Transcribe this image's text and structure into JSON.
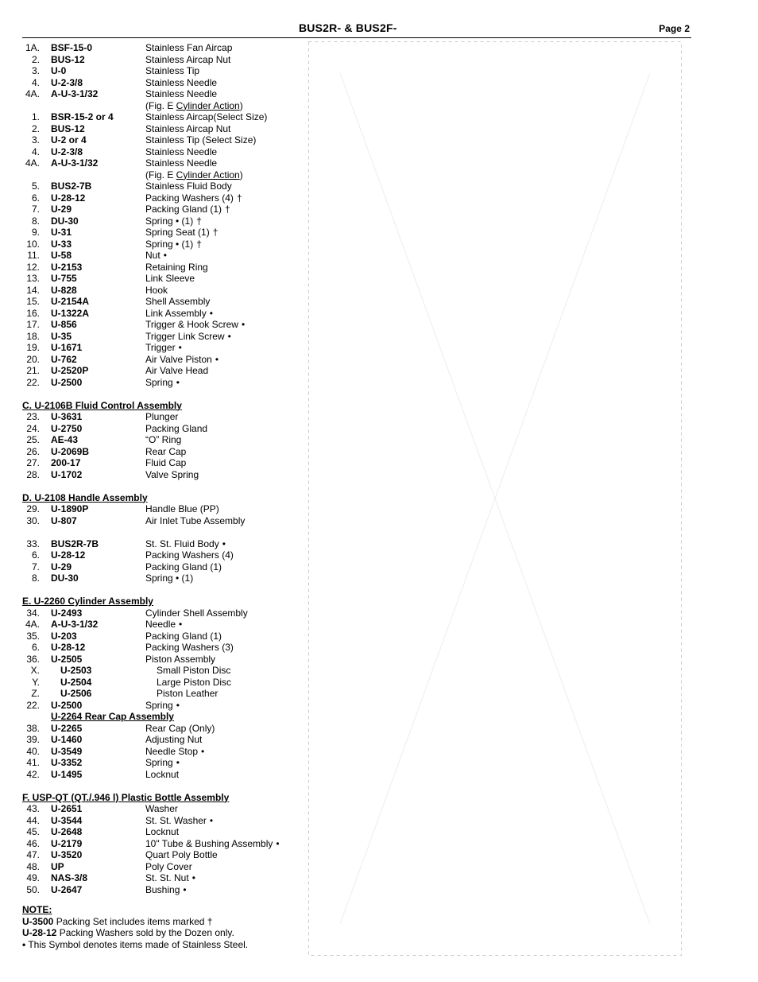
{
  "header": {
    "model": "BUS2R- & BUS2F-",
    "page": "Page 2"
  },
  "sections": [
    {
      "rows": [
        {
          "n": "1A.",
          "p": "BSF-15-0",
          "d": "Stainless Fan Aircap"
        },
        {
          "n": "2.",
          "p": "BUS-12",
          "d": "Stainless Aircap Nut"
        },
        {
          "n": "3.",
          "p": "U-0",
          "d": "Stainless Tip"
        },
        {
          "n": "4.",
          "p": "U-2-3/8",
          "d": "Stainless Needle"
        },
        {
          "n": "4A.",
          "p": "A-U-3-1/32",
          "d": "Stainless Needle"
        },
        {
          "n": "",
          "p": "",
          "d_pre": "(Fig. E ",
          "d_u": "Cylinder Action",
          "d_post": ")"
        },
        {
          "n": "1.",
          "p": "BSR-15-2 or 4",
          "d": "Stainless Aircap(Select Size)"
        },
        {
          "n": "2.",
          "p": "BUS-12",
          "d": "Stainless Aircap Nut"
        },
        {
          "n": "3.",
          "p": "U-2 or 4",
          "d": "Stainless Tip (Select Size)"
        },
        {
          "n": "4.",
          "p": "U-2-3/8",
          "d": "Stainless Needle"
        },
        {
          "n": "4A.",
          "p": "A-U-3-1/32",
          "d": "Stainless Needle"
        },
        {
          "n": "",
          "p": "",
          "d_pre": "(Fig. E ",
          "d_u": "Cylinder Action",
          "d_post": ")"
        },
        {
          "n": "5.",
          "p": "BUS2-7B",
          "d": "Stainless Fluid Body"
        },
        {
          "n": "6.",
          "p": "U-28-12",
          "d": "Packing Washers (4)",
          "m": "†"
        },
        {
          "n": "7.",
          "p": "U-29",
          "d": "Packing Gland  (1)",
          "m": "†"
        },
        {
          "n": "8.",
          "p": "DU-30",
          "d": "Spring  •  (1)",
          "m": "†"
        },
        {
          "n": "9.",
          "p": "U-31",
          "d": "Spring Seat  (1)",
          "m": "†"
        },
        {
          "n": "10.",
          "p": "U-33",
          "d": "Spring  •  (1)",
          "m": "†"
        },
        {
          "n": "11.",
          "p": "U-58",
          "d": "Nut",
          "m": "•"
        },
        {
          "n": "12.",
          "p": "U-2153",
          "d": "Retaining Ring"
        },
        {
          "n": "13.",
          "p": "U-755",
          "d": "Link Sleeve"
        },
        {
          "n": "14.",
          "p": "U-828",
          "d": "Hook"
        },
        {
          "n": "15.",
          "p": "U-2154A",
          "d": "Shell Assembly"
        },
        {
          "n": "16.",
          "p": "U-1322A",
          "d": "Link Assembly",
          "m": "•"
        },
        {
          "n": "17.",
          "p": "U-856",
          "d": "Trigger & Hook Screw",
          "m": "•"
        },
        {
          "n": "18.",
          "p": "U-35",
          "d": "Trigger Link Screw",
          "m": "•"
        },
        {
          "n": "19.",
          "p": "U-1671",
          "d": "Trigger",
          "m": "•"
        },
        {
          "n": "20.",
          "p": "U-762",
          "d": "Air Valve Piston",
          "m": "•"
        },
        {
          "n": "21.",
          "p": "U-2520P",
          "d": "Air Valve Head"
        },
        {
          "n": "22.",
          "p": "U-2500",
          "d": "Spring",
          "m": "•"
        }
      ]
    },
    {
      "title": "C.  U-2106B Fluid Control Assembly",
      "rows": [
        {
          "n": "23.",
          "p": "U-3631",
          "d": "Plunger"
        },
        {
          "n": "24.",
          "p": "U-2750",
          "d": "Packing Gland"
        },
        {
          "n": "25.",
          "p": "AE-43",
          "d": "“O” Ring"
        },
        {
          "n": "26.",
          "p": "U-2069B",
          "d": "Rear Cap"
        },
        {
          "n": "27.",
          "p": "200-17",
          "d": "Fluid Cap"
        },
        {
          "n": "28.",
          "p": "U-1702",
          "d": "Valve Spring"
        }
      ]
    },
    {
      "title": "D.  U-2108 Handle Assembly",
      "rows": [
        {
          "n": "29.",
          "p": "U-1890P",
          "d": "Handle Blue (PP)"
        },
        {
          "n": "30.",
          "p": "U-807",
          "d": "Air Inlet Tube Assembly"
        }
      ]
    },
    {
      "rows": [
        {
          "n": "33.",
          "p": "BUS2R-7B",
          "d": "St. St. Fluid Body",
          "m": "•"
        },
        {
          "n": "6.",
          "p": "U-28-12",
          "d": "Packing Washers (4)"
        },
        {
          "n": "7.",
          "p": "U-29",
          "d": "Packing Gland (1)"
        },
        {
          "n": "8.",
          "p": "DU-30",
          "d": "Spring  •  (1)"
        }
      ]
    },
    {
      "title": "E.  U-2260 Cylinder Assembly",
      "rows": [
        {
          "n": "34.",
          "p": "U-2493",
          "d": "Cylinder Shell Assembly"
        },
        {
          "n": "4A.",
          "p": "A-U-3-1/32",
          "d": "Needle",
          "m": "•"
        },
        {
          "n": "35.",
          "p": "U-203",
          "d": "Packing Gland  (1)"
        },
        {
          "n": "6.",
          "p": "U-28-12",
          "d": "Packing Washers (3)"
        },
        {
          "n": "36.",
          "p": "U-2505",
          "d": "Piston Assembly"
        },
        {
          "n": "X.",
          "p": "U-2503",
          "d": "Small Piston Disc",
          "i": true
        },
        {
          "n": "Y.",
          "p": "U-2504",
          "d": "Large Piston Disc",
          "i": true
        },
        {
          "n": "Z.",
          "p": "U-2506",
          "d": "Piston Leather",
          "i": true
        },
        {
          "n": "22.",
          "p": "U-2500",
          "d": "Spring",
          "m": "•"
        }
      ]
    },
    {
      "title": "U-2264 Rear Cap Assembly",
      "inline": true,
      "rows": [
        {
          "n": "38.",
          "p": "U-2265",
          "d": "Rear Cap (Only)"
        },
        {
          "n": "39.",
          "p": "U-1460",
          "d": "Adjusting Nut"
        },
        {
          "n": "40.",
          "p": "U-3549",
          "d": "Needle Stop",
          "m": "•"
        },
        {
          "n": "41.",
          "p": "U-3352",
          "d": "Spring",
          "m": "•"
        },
        {
          "n": "42.",
          "p": "U-1495",
          "d": "Locknut"
        }
      ]
    },
    {
      "title": "F.  USP-QT (QT./.946 l) Plastic Bottle Assembly",
      "rows": [
        {
          "n": "43.",
          "p": "U-2651",
          "d": "Washer"
        },
        {
          "n": "44.",
          "p": "U-3544",
          "d": "St. St. Washer",
          "m": "•"
        },
        {
          "n": "45.",
          "p": "U-2648",
          "d": "Locknut"
        },
        {
          "n": "46.",
          "p": "U-2179",
          "d": "10\" Tube & Bushing Assembly",
          "m": "•"
        },
        {
          "n": "47.",
          "p": "U-3520",
          "d": "Quart Poly Bottle"
        },
        {
          "n": "48.",
          "p": "UP",
          "d": "Poly Cover"
        },
        {
          "n": "49.",
          "p": "NAS-3/8",
          "d": "St. St. Nut",
          "m": "•"
        },
        {
          "n": "50.",
          "p": "U-2647",
          "d": "Bushing",
          "m": "•"
        }
      ]
    }
  ],
  "notes": {
    "title": "NOTE:",
    "lines": [
      {
        "b": "U-3500",
        "t": " Packing Set includes items marked  †"
      },
      {
        "b": "U-28-12",
        "t": " Packing Washers sold by the Dozen only."
      },
      {
        "b": "•",
        "t": "  This Symbol denotes items made of Stainless Steel."
      }
    ]
  }
}
